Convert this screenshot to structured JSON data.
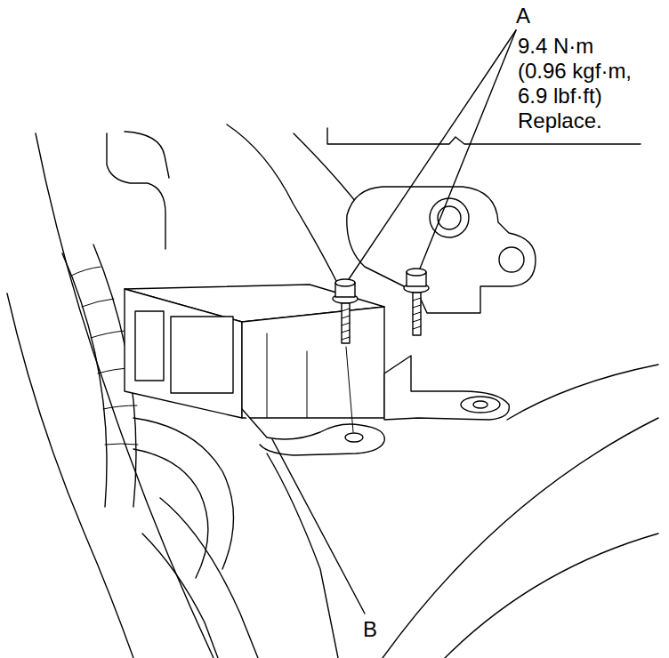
{
  "diagram": {
    "labels": [
      "A",
      "9.4 N·m (0.96 kgf·m, 6.9 lbf·ft)",
      "Replace.",
      "B"
    ]
  }
}
